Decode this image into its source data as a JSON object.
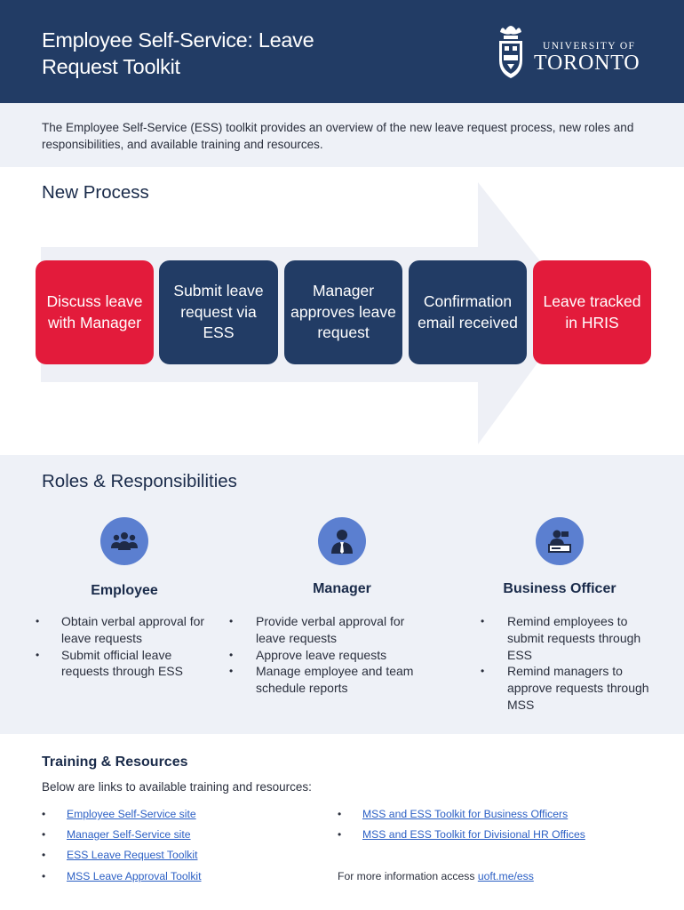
{
  "header": {
    "title": "Employee Self-Service: Leave Request Toolkit",
    "logo_top": "UNIVERSITY OF",
    "logo_bottom": "TORONTO"
  },
  "intro": {
    "text": "The Employee Self-Service (ESS) toolkit provides an overview of the new leave request process, new roles and responsibilities, and available training and resources."
  },
  "process": {
    "title": "New Process",
    "steps": [
      {
        "label": "Discuss leave with Manager",
        "color": "#e31b3b"
      },
      {
        "label": "Submit leave request via ESS",
        "color": "#223c65"
      },
      {
        "label": "Manager approves leave request",
        "color": "#223c65"
      },
      {
        "label": "Confirmation email received",
        "color": "#223c65"
      },
      {
        "label": "Leave tracked in HRIS",
        "color": "#e31b3b"
      }
    ]
  },
  "roles": {
    "title": "Roles & Responsibilities",
    "items": [
      {
        "icon": "group-icon",
        "name": "Employee",
        "duties": [
          "Obtain verbal approval for leave requests",
          "Submit official leave requests through ESS"
        ]
      },
      {
        "icon": "person-icon",
        "name": "Manager",
        "duties": [
          "Provide verbal approval for leave requests",
          "Approve leave requests",
          "Manage employee and team schedule reports"
        ]
      },
      {
        "icon": "desk-worker-icon",
        "name": "Business Officer",
        "duties": [
          "Remind employees to submit requests through ESS",
          "Remind managers to approve requests through MSS"
        ]
      }
    ]
  },
  "training": {
    "title": "Training & Resources",
    "subtitle": "Below are links to available training and resources:",
    "links_left": [
      "Employee Self-Service site",
      "Manager Self-Service site",
      "ESS Leave Request Toolkit ",
      "MSS Leave Approval Toolkit"
    ],
    "links_right": [
      "MSS and ESS Toolkit for Business Officers",
      "MSS and ESS Toolkit for Divisional HR Offices"
    ],
    "more_info_prefix": "For more information access ",
    "more_info_link": "uoft.me/ess"
  },
  "colors": {
    "navy": "#223c65",
    "red": "#e31b3b",
    "light_bg": "#eef1f7",
    "icon_blue": "#5b7fd0",
    "link": "#2b5fc4"
  }
}
